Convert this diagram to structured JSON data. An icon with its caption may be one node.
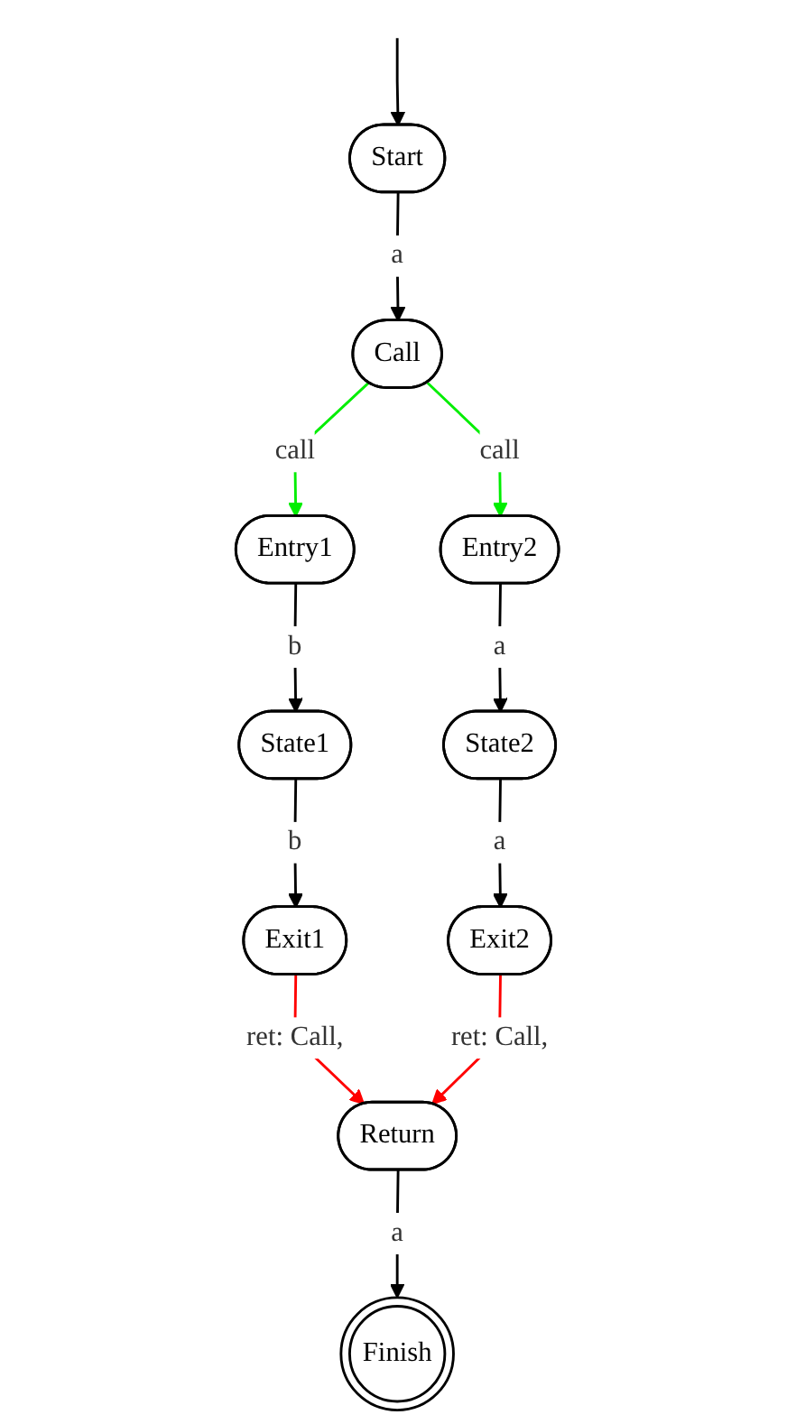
{
  "diagram": {
    "nodes": [
      {
        "text": [
          "Start"
        ]
      },
      {
        "text": [
          "Call"
        ]
      },
      {
        "text": [
          "Entry1"
        ]
      },
      {
        "text": [
          "Entry2"
        ]
      },
      {
        "text": [
          "State1"
        ]
      },
      {
        "text": [
          "State2"
        ]
      },
      {
        "text": [
          "Exit1"
        ]
      },
      {
        "text": [
          "Exit2"
        ]
      },
      {
        "text": [
          "Return"
        ]
      },
      {
        "text": [
          "Finish"
        ]
      }
    ],
    "edges": [
      {
        "from": null,
        "to": 0,
        "arrow": "to"
      },
      {
        "from": 0,
        "to": 1,
        "arrow": "to",
        "label": "a"
      },
      {
        "from": 1,
        "to": 2,
        "arrow": "to",
        "label": "call",
        "color": "#00ee00"
      },
      {
        "from": 1,
        "to": 3,
        "arrow": "to",
        "label": "call",
        "color": "#00ee00"
      },
      {
        "from": 2,
        "to": 4,
        "arrow": "to",
        "label": "b"
      },
      {
        "from": 3,
        "to": 5,
        "arrow": "to",
        "label": "a"
      },
      {
        "from": 4,
        "to": 6,
        "arrow": "to",
        "label": "b"
      },
      {
        "from": 5,
        "to": 7,
        "arrow": "to",
        "label": "a"
      },
      {
        "from": 6,
        "to": 8,
        "arrow": "to",
        "label": "ret: Call,",
        "color": "#ff0000"
      },
      {
        "from": 7,
        "to": 8,
        "arrow": "to",
        "label": "ret: Call,",
        "color": "#ff0000"
      },
      {
        "from": 8,
        "to": 9,
        "arrow": "to",
        "label": "a"
      }
    ]
  }
}
